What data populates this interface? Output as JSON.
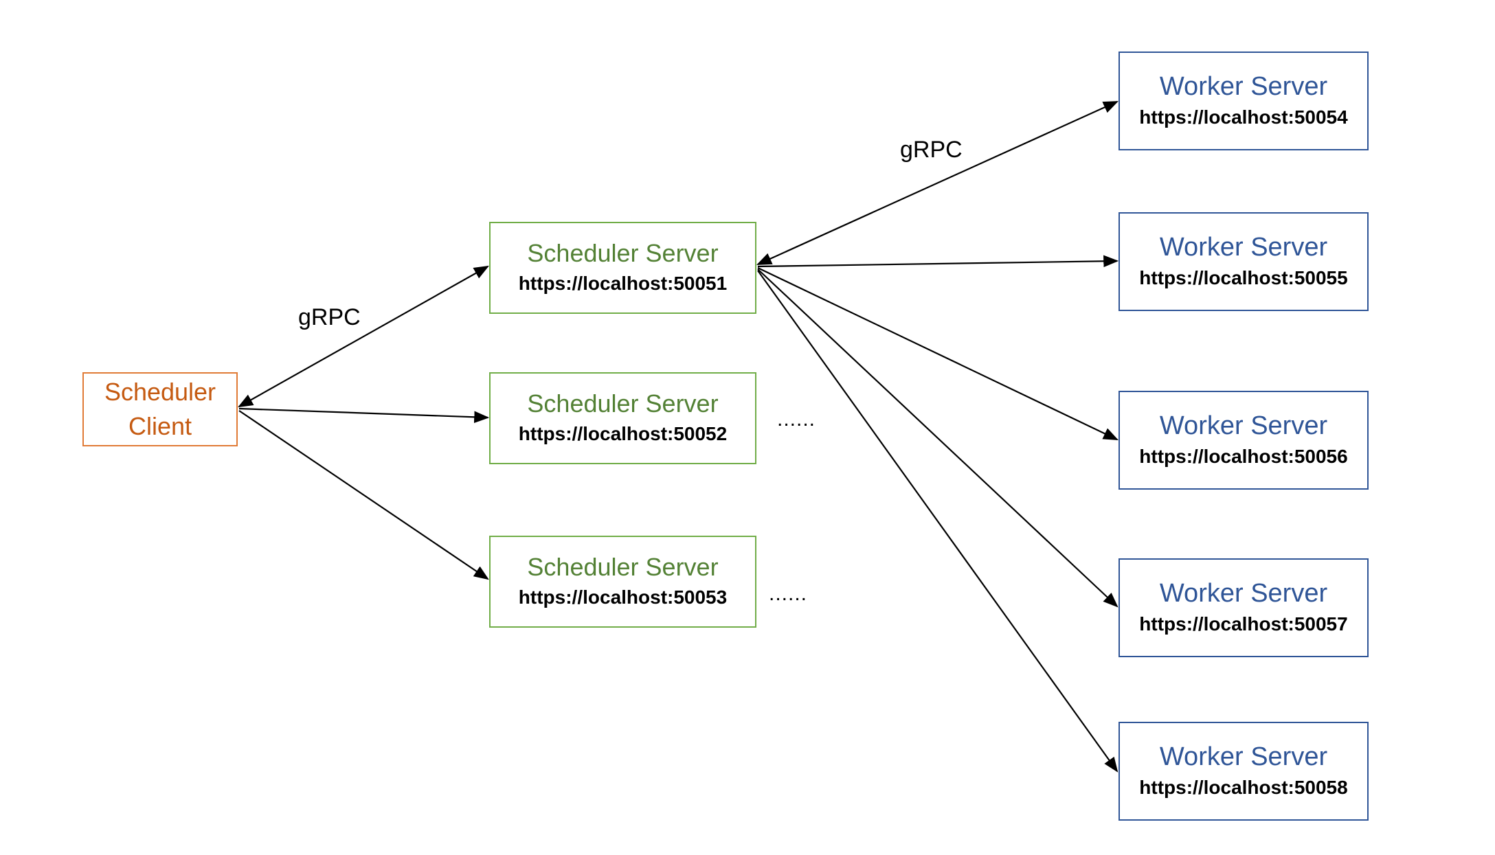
{
  "client": {
    "line1": "Scheduler",
    "line2": "Client"
  },
  "schedulers": [
    {
      "title": "Scheduler Server",
      "host": "https://localhost:50051"
    },
    {
      "title": "Scheduler Server",
      "host": "https://localhost:50052"
    },
    {
      "title": "Scheduler Server",
      "host": "https://localhost:50053"
    }
  ],
  "workers": [
    {
      "title": "Worker Server",
      "host": "https://localhost:50054"
    },
    {
      "title": "Worker Server",
      "host": "https://localhost:50055"
    },
    {
      "title": "Worker Server",
      "host": "https://localhost:50056"
    },
    {
      "title": "Worker Server",
      "host": "https://localhost:50057"
    },
    {
      "title": "Worker Server",
      "host": "https://localhost:50058"
    }
  ],
  "edge_labels": {
    "client_to_schedulers": "gRPC",
    "scheduler_to_workers": "gRPC"
  },
  "continuation_marks": [
    "......",
    "......"
  ],
  "colors": {
    "client": "#c55a11",
    "client_border": "#e07a35",
    "scheduler": "#538135",
    "scheduler_border": "#70ad47",
    "worker": "#2f5597",
    "edge": "#000000"
  }
}
